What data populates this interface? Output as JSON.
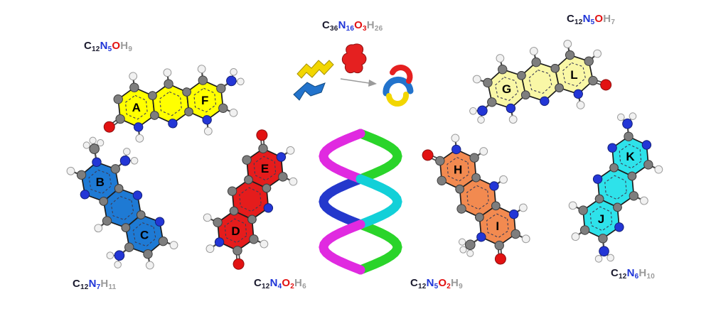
{
  "figure": {
    "background": "#ffffff",
    "element_colors": {
      "C": "#1a1a2e",
      "N": "#1f35d8",
      "O": "#e21212",
      "H": "#9b9b9b"
    },
    "atom_colors": {
      "carbon": "#7e7e7e",
      "nitrogen": "#2336d6",
      "oxygen": "#e21212",
      "hydrogen": "#f1f1f1"
    },
    "formulas": [
      {
        "id": "AF",
        "segments": [
          [
            "C",
            "C",
            0
          ],
          [
            "12",
            "C",
            1
          ],
          [
            "N",
            "N",
            0
          ],
          [
            "5",
            "N",
            1
          ],
          [
            "O",
            "O",
            0
          ],
          [
            "H",
            "H",
            0
          ],
          [
            "9",
            "H",
            1
          ]
        ]
      },
      {
        "id": "complex",
        "segments": [
          [
            "C",
            "C",
            0
          ],
          [
            "36",
            "C",
            1
          ],
          [
            "N",
            "N",
            0
          ],
          [
            "16",
            "N",
            1
          ],
          [
            "O",
            "O",
            0
          ],
          [
            "3",
            "O",
            1
          ],
          [
            "H",
            "H",
            0
          ],
          [
            "26",
            "H",
            1
          ]
        ]
      },
      {
        "id": "GL",
        "segments": [
          [
            "C",
            "C",
            0
          ],
          [
            "12",
            "C",
            1
          ],
          [
            "N",
            "N",
            0
          ],
          [
            "5",
            "N",
            1
          ],
          [
            "O",
            "O",
            0
          ],
          [
            "H",
            "H",
            0
          ],
          [
            "7",
            "H",
            1
          ]
        ]
      },
      {
        "id": "BC",
        "segments": [
          [
            "C",
            "C",
            0
          ],
          [
            "12",
            "C",
            1
          ],
          [
            "N",
            "N",
            0
          ],
          [
            "7",
            "N",
            1
          ],
          [
            "H",
            "H",
            0
          ],
          [
            "11",
            "H",
            1
          ]
        ]
      },
      {
        "id": "ED",
        "segments": [
          [
            "C",
            "C",
            0
          ],
          [
            "12",
            "C",
            1
          ],
          [
            "N",
            "N",
            0
          ],
          [
            "4",
            "N",
            1
          ],
          [
            "O",
            "O",
            0
          ],
          [
            "2",
            "O",
            1
          ],
          [
            "H",
            "H",
            0
          ],
          [
            "6",
            "H",
            1
          ]
        ]
      },
      {
        "id": "HI",
        "segments": [
          [
            "C",
            "C",
            0
          ],
          [
            "12",
            "C",
            1
          ],
          [
            "N",
            "N",
            0
          ],
          [
            "5",
            "N",
            1
          ],
          [
            "O",
            "O",
            0
          ],
          [
            "2",
            "O",
            1
          ],
          [
            "H",
            "H",
            0
          ],
          [
            "9",
            "H",
            1
          ]
        ]
      },
      {
        "id": "KJ",
        "segments": [
          [
            "C",
            "C",
            0
          ],
          [
            "12",
            "C",
            1
          ],
          [
            "N",
            "N",
            0
          ],
          [
            "6",
            "N",
            1
          ],
          [
            "H",
            "H",
            0
          ],
          [
            "10",
            "H",
            1
          ]
        ]
      }
    ],
    "molecules": [
      {
        "id": "yellow",
        "labels": [
          "A",
          "F"
        ],
        "ring_color": "#ffff00"
      },
      {
        "id": "pale-yellow",
        "labels": [
          "G",
          "L"
        ],
        "ring_color": "#f9f7a6"
      },
      {
        "id": "blue",
        "labels": [
          "B",
          "C"
        ],
        "ring_color": "#1e7ad4"
      },
      {
        "id": "red",
        "labels": [
          "E",
          "D"
        ],
        "ring_color": "#e51c1c"
      },
      {
        "id": "orange",
        "labels": [
          "H",
          "I"
        ],
        "ring_color": "#f28a50"
      },
      {
        "id": "cyan",
        "labels": [
          "K",
          "J"
        ],
        "ring_color": "#2ee2ea"
      }
    ],
    "helix": {
      "colors": [
        "#2ad42a",
        "#e02ae0",
        "#2438cc",
        "#12d0d8"
      ]
    },
    "fragments": {
      "yellow": "#f2d600",
      "red": "#e52020",
      "blue": "#2273cc"
    }
  }
}
